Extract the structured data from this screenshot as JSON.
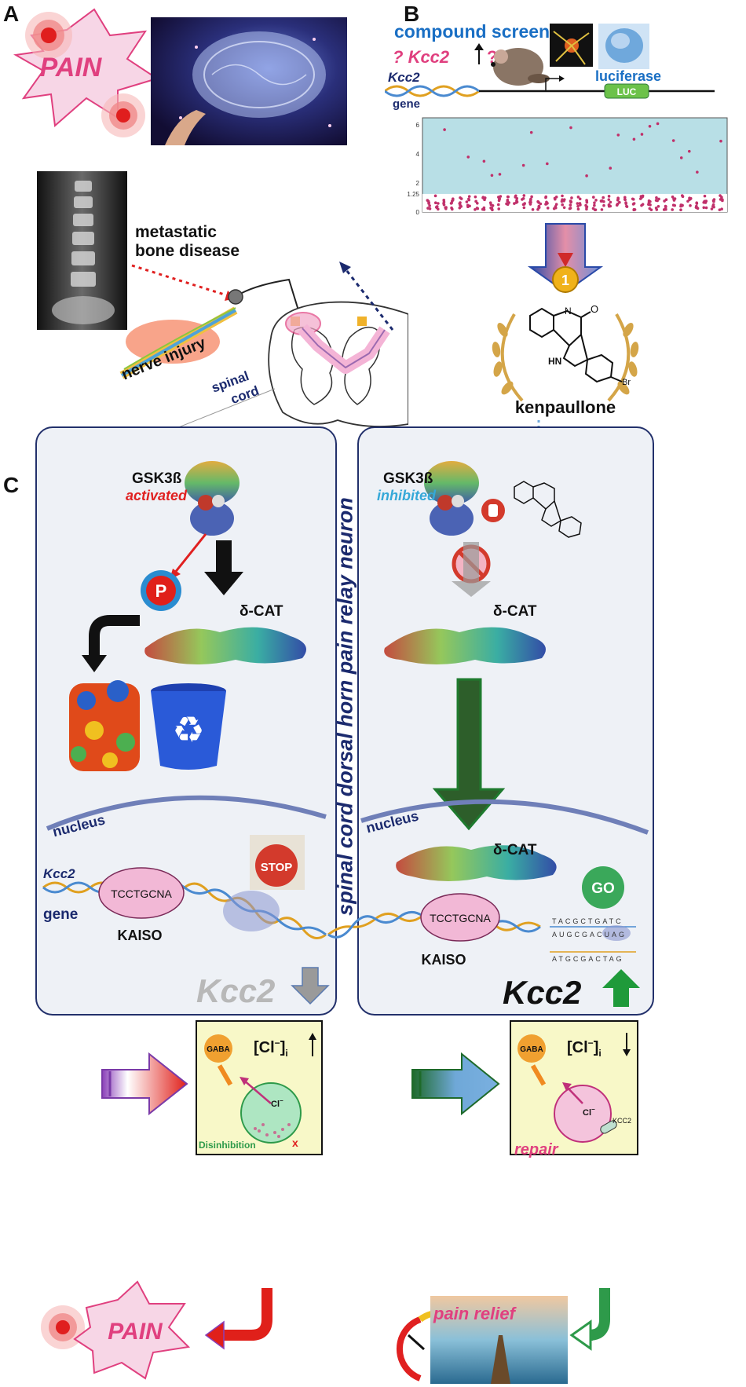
{
  "panels": {
    "a": "A",
    "b": "B",
    "c": "C"
  },
  "panel_a": {
    "pain": "PAIN",
    "metastatic_line1": "metastatic",
    "metastatic_line2": "bone disease",
    "nerve_injury": "nerve injury",
    "spinal_line1": "spinal",
    "spinal_line2": "cord"
  },
  "panel_b": {
    "compound_screen": "compound screen",
    "question": "? Kcc2",
    "q_gene_symbol": "Kcc2",
    "luciferase": "luciferase",
    "gene_label": "Kcc2",
    "gene_word": "gene",
    "luc": "LUC",
    "y_ticks": [
      "6",
      "4",
      "2",
      "1.25",
      "0"
    ],
    "medal": "1",
    "compound": "kenpaullone",
    "hn": "HN",
    "nh": "N",
    "o": "O",
    "br": "Br"
  },
  "chart_data": {
    "type": "scatter",
    "title": "",
    "xlabel": "",
    "ylabel": "",
    "ylim": [
      0,
      6.5
    ],
    "yticks": [
      0,
      1.25,
      2,
      4,
      6
    ],
    "threshold": 1.25
  },
  "panel_c": {
    "vertical_title": "spinal cord dorsal horn pain relay neuron",
    "left": {
      "gsk": "GSK3ß",
      "state": "activated",
      "p": "P",
      "dcat": "δ-CAT",
      "nucleus": "nucleus",
      "gene_symbol": "Kcc2",
      "gene_word": "gene",
      "motif": "TCCTGCNA",
      "kaiso": "KAISO",
      "stop": "STOP",
      "kcc2_out": "Kcc2"
    },
    "right": {
      "gsk": "GSK3ß",
      "state": "inhibited",
      "dcat": "δ-CAT",
      "nucleus": "nucleus",
      "dcat2": "δ-CAT",
      "motif": "TCCTGCNA",
      "kaiso": "KAISO",
      "go": "GO",
      "seq_top": "TACGCTGATC",
      "seq_mid": "AUGCGACUAG",
      "seq_bot": "ATGCGACTAG",
      "kcc2_out": "Kcc2"
    }
  },
  "bottom": {
    "left_gaba": "GABA",
    "left_cl": "[Cl",
    "left_cl_sub": "i",
    "left_cl_ion": "Cl",
    "left_caption": "Disinhibition",
    "right_gaba": "GABA",
    "right_cl": "[Cl",
    "right_cl_sub": "i",
    "right_cl_ion": "Cl",
    "kcc2_tag": "KCC2",
    "repair": "repair",
    "pain": "PAIN",
    "pain_relief": "pain relief"
  },
  "colors": {
    "frame": "#22306b",
    "pain_pink": "#e0407f",
    "red": "#e0201a",
    "green": "#2e7a37",
    "blue_text": "#1a6fc4",
    "navy": "#1b2a6e"
  }
}
